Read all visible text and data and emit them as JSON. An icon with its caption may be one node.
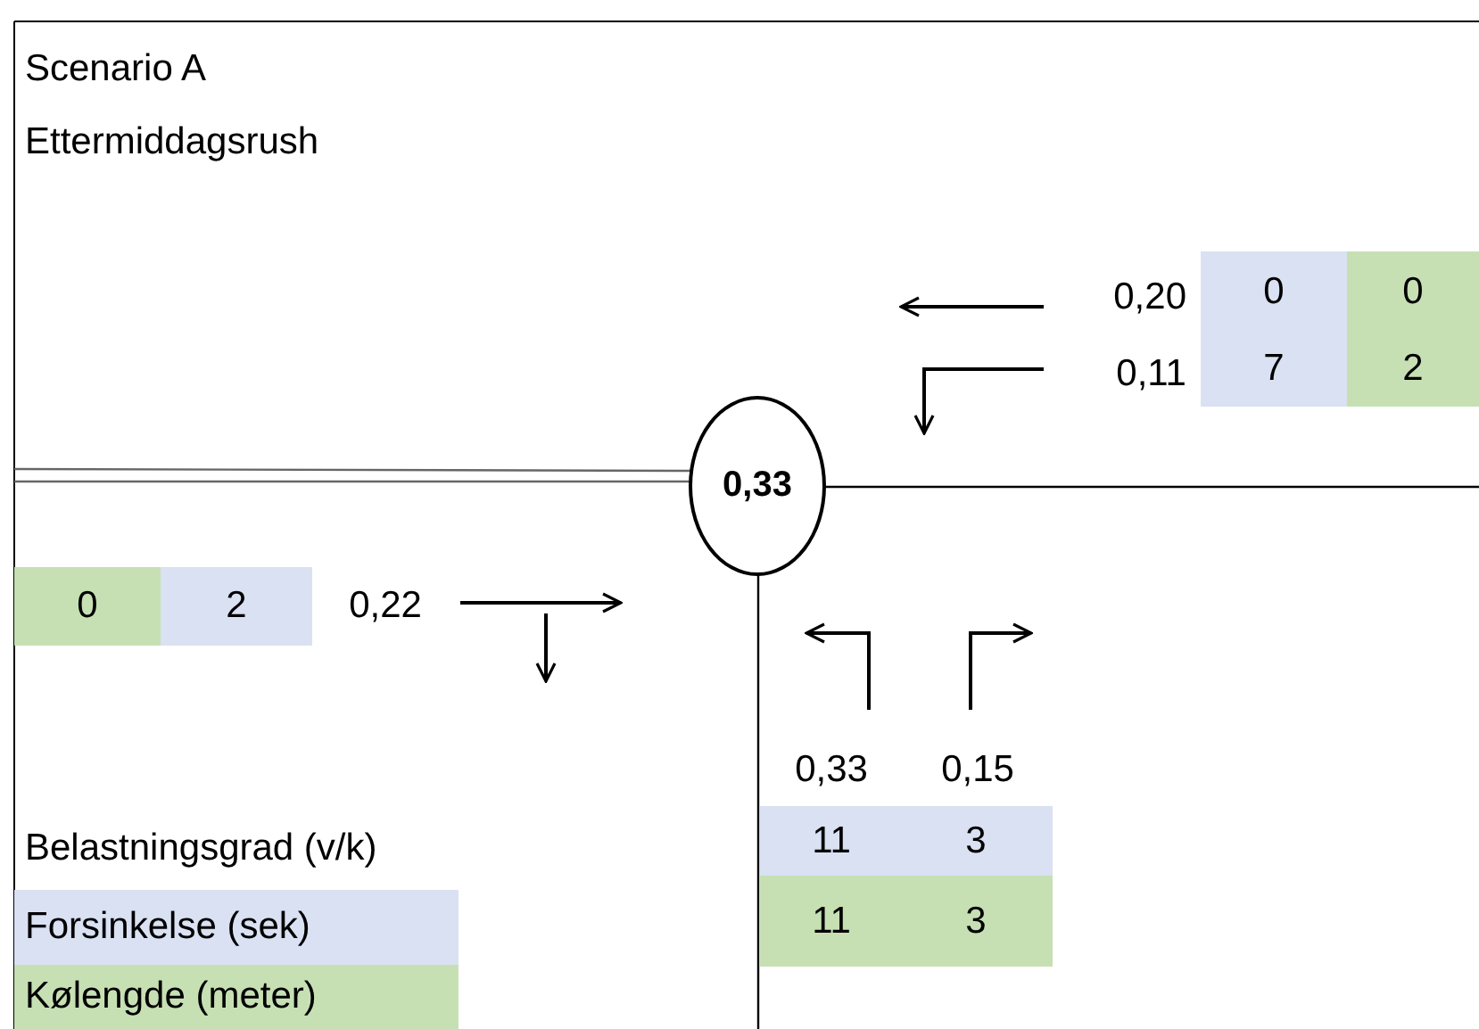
{
  "diagram": {
    "nodes": [
      {
        "text": [
          "0,33"
        ]
      }
    ],
    "labels": [
      "Scenario A",
      "Ettermiddagsrush",
      "0,20",
      "0",
      "0",
      "0,11",
      "7",
      "2",
      "0",
      "2",
      "0,22",
      "0,33",
      "0,15",
      "Belastningsgrad (v/k)",
      "11",
      "3",
      "11",
      "3"
    ],
    "legend": [
      {
        "text": "Forsinkelse (sek)",
        "color": "#d9e1f2"
      },
      {
        "text": "Kølengde (meter)",
        "color": "#c6e0b4"
      }
    ]
  }
}
